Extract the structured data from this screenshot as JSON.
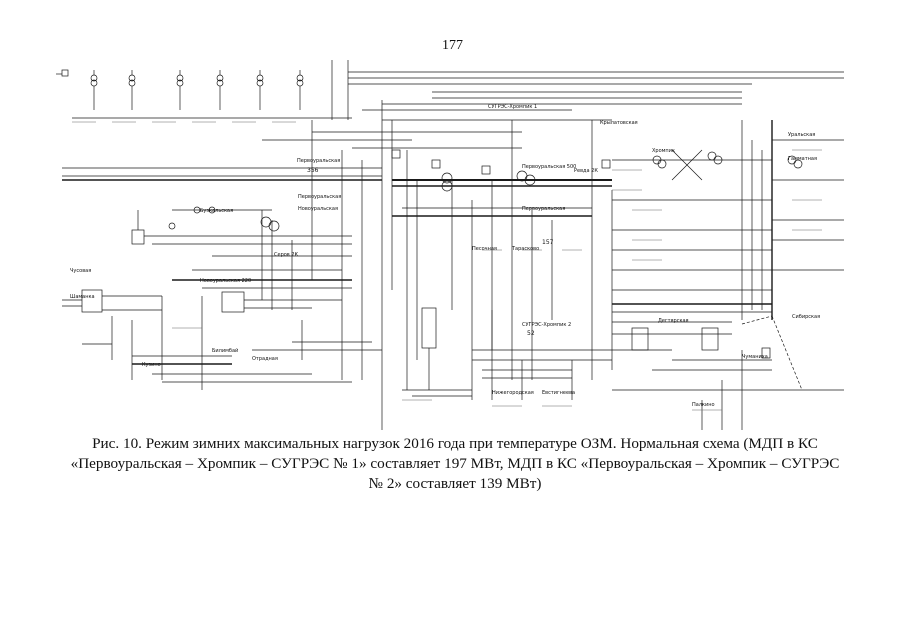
{
  "page": {
    "number": "177",
    "caption": "Рис. 10. Режим зимних максимальных нагрузок 2016 года при температуре ОЗМ. Нормальная схема (МДП в КС «Первоуральская – Хромпик – СУГРЭС № 1» составляет 197 МВт, МДП в КС «Первоуральская – Хромпик – СУГРЭС № 2» составляет 139 МВт)"
  },
  "diagram": {
    "colors": {
      "line": "#1a1a1a",
      "bus": "#000000",
      "dim": "#555555"
    },
    "labels": [
      "Первоуральская",
      "356",
      "Первоуральская",
      "Новоуральская",
      "СУГРЭС-Хромпик 1",
      "СУГРЭС-Хромпик 2",
      "157",
      "52",
      "Первоуральская 500",
      "Первоуральская",
      "Бузкальская",
      "Шаманка",
      "Чусовая",
      "Серов 2К",
      "Песочная",
      "Тарасково",
      "Ревда 2К",
      "Крылатовская",
      "Уральская",
      "Гамматная",
      "Хромпик",
      "Дегтярская",
      "Чуманиха",
      "Новоуральская 220",
      "Билимбай",
      "Кузино",
      "Палкино",
      "Сибирская",
      "Отрадная",
      "Нижегородская",
      "Евстигнеева"
    ]
  }
}
